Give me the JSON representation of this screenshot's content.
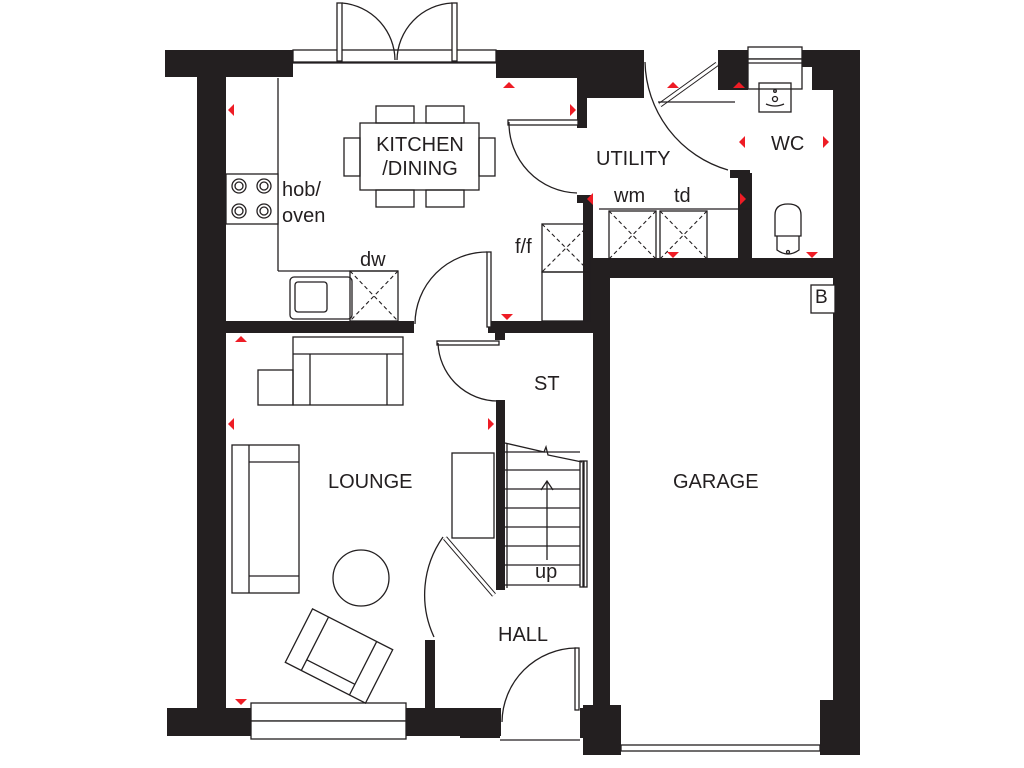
{
  "plan": {
    "colors": {
      "wall": "#231f20",
      "marker": "#ee1c25",
      "background": "#ffffff"
    },
    "rooms": {
      "kitchen_line1": "KITCHEN",
      "kitchen_line2": "/DINING",
      "utility": "UTILITY",
      "wc": "WC",
      "st": "ST",
      "lounge": "LOUNGE",
      "hall": "HALL",
      "garage": "GARAGE"
    },
    "fixtures": {
      "hob_line1": "hob/",
      "hob_line2": "oven",
      "dishwasher": "dw",
      "fridge_freezer": "f/f",
      "washing_machine": "wm",
      "tumble_dryer": "td",
      "boiler": "B",
      "stairs": "up"
    }
  }
}
